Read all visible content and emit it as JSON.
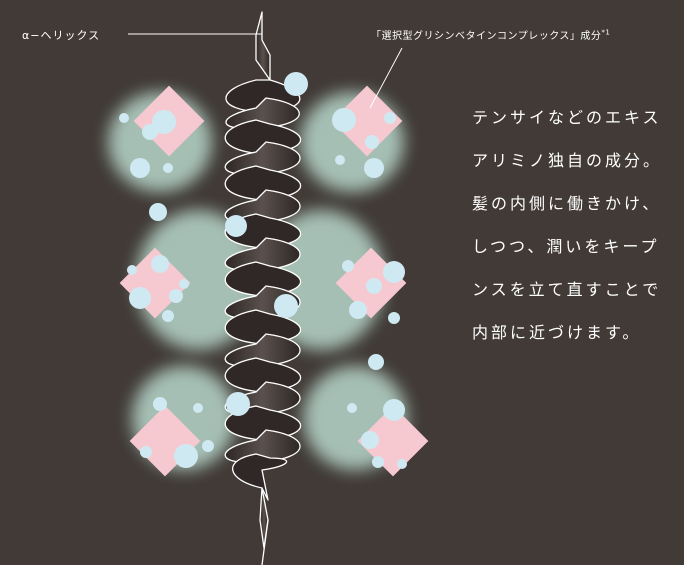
{
  "labels": {
    "helix": "α−ヘリックス",
    "complex": "「選択型グリシンベタインコンプレックス」成分",
    "complex_note": "*1"
  },
  "description": {
    "lines": [
      "テンサイなどのエキス",
      "アリミノ独自の成分。",
      "髪の内側に働きかけ、",
      "しつつ、潤いをキープ",
      "ンスを立て直すことで",
      "内部に近づけます。"
    ]
  },
  "colors": {
    "background": "#413a36",
    "ribbon": "#3a3230",
    "glow": "#c8ece0",
    "diamond": "#f6c8cf",
    "bubble": "#cfe9f3",
    "text": "#ffffff"
  }
}
